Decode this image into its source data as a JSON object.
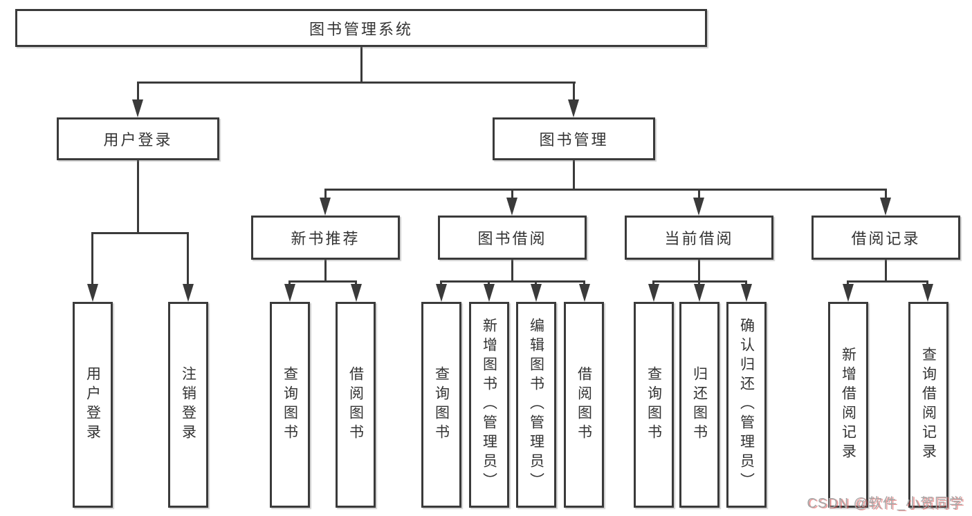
{
  "tree": {
    "label": "图书管理系统",
    "children": [
      {
        "label": "用户登录",
        "children": [
          {
            "label": "用户登录"
          },
          {
            "label": "注销登录"
          }
        ]
      },
      {
        "label": "图书管理",
        "children": [
          {
            "label": "新书推荐",
            "children": [
              {
                "label": "查询图书"
              },
              {
                "label": "借阅图书"
              }
            ]
          },
          {
            "label": "图书借阅",
            "children": [
              {
                "label": "查询图书"
              },
              {
                "label": "新增图书（管理员）"
              },
              {
                "label": "编辑图书（管理员）"
              },
              {
                "label": "借阅图书"
              }
            ]
          },
          {
            "label": "当前借阅",
            "children": [
              {
                "label": "查询图书"
              },
              {
                "label": "归还图书"
              },
              {
                "label": "确认归还（管理员）"
              }
            ]
          },
          {
            "label": "借阅记录",
            "children": [
              {
                "label": "新增借阅记录"
              },
              {
                "label": "查询借阅记录"
              }
            ]
          }
        ]
      }
    ]
  },
  "watermark": {
    "text": "CSDN @软件_小贺同学"
  },
  "colors": {
    "line": "#3a3a3a",
    "text": "#333333",
    "background": "#ffffff",
    "watermark": "#a6a6a6",
    "watermark_shadow": "#e04b4b"
  }
}
